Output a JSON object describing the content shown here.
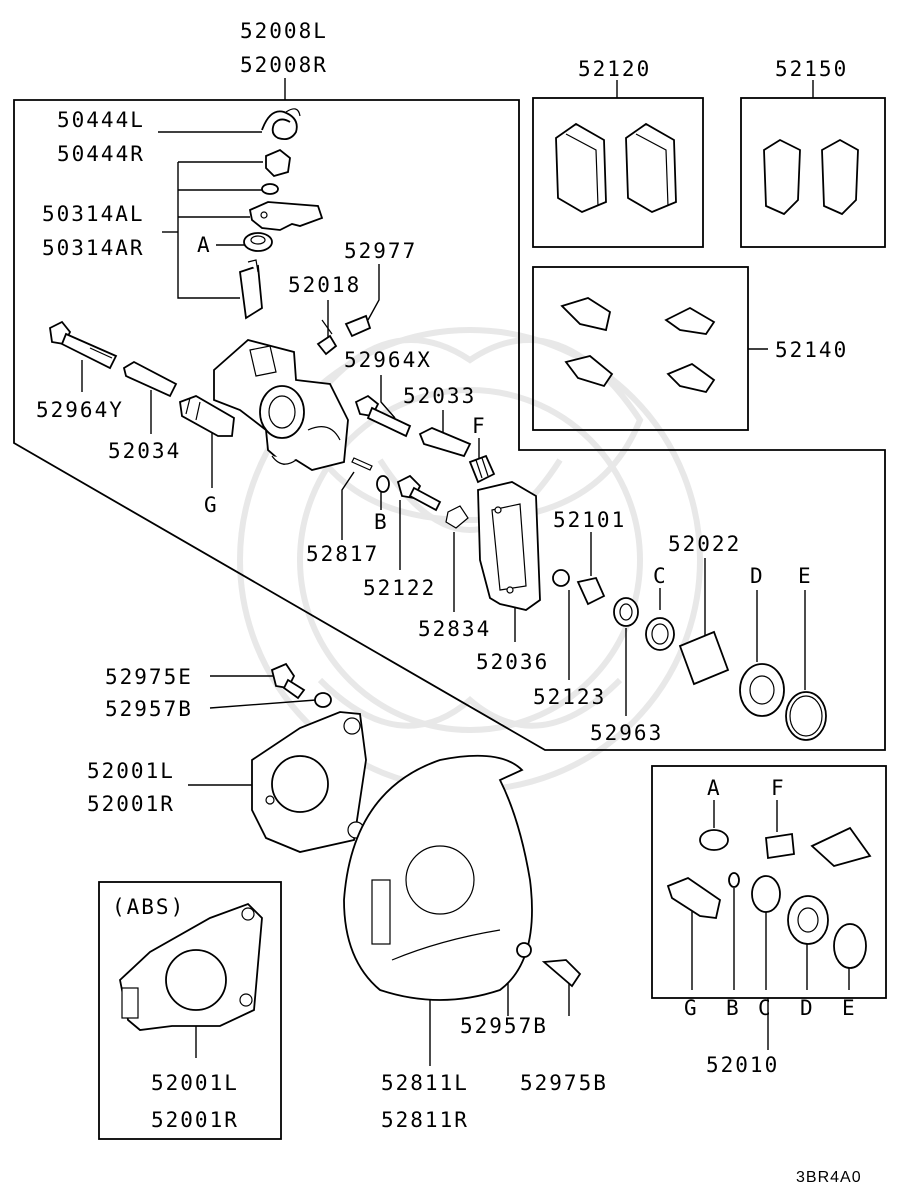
{
  "diagram": {
    "reference_code": "3BR4A0",
    "labels": {
      "p52008": [
        "52008L",
        "52008R"
      ],
      "p50444": [
        "50444L",
        "50444R"
      ],
      "p50314": [
        "50314AL",
        "50314AR"
      ],
      "a_top": "A",
      "p52018": "52018",
      "p52977": "52977",
      "p52964x": "52964X",
      "p52964y": "52964Y",
      "p52034": "52034",
      "g_top": "G",
      "p52033": "52033",
      "f_top": "F",
      "p52817": "52817",
      "b_top": "B",
      "p52122": "52122",
      "p52834": "52834",
      "p52036": "52036",
      "p52101": "52101",
      "p52123": "52123",
      "p52963": "52963",
      "p52022": "52022",
      "c_top": "C",
      "d_top": "D",
      "e_top": "E",
      "p52120": "52120",
      "p52150": "52150",
      "p52140": "52140",
      "p52975e": "52975E",
      "p52957b_top": "52957B",
      "p52001": [
        "52001L",
        "52001R"
      ],
      "abs": "(ABS)",
      "p52001_abs": [
        "52001L",
        "52001R"
      ],
      "p52811": [
        "52811L",
        "52811R"
      ],
      "p52957b_bot": "52957B",
      "p52975b": "52975B",
      "kit_a": "A",
      "kit_f": "F",
      "kit_g": "G",
      "kit_b": "B",
      "kit_c": "C",
      "kit_d": "D",
      "kit_e": "E",
      "p52010": "52010"
    }
  }
}
